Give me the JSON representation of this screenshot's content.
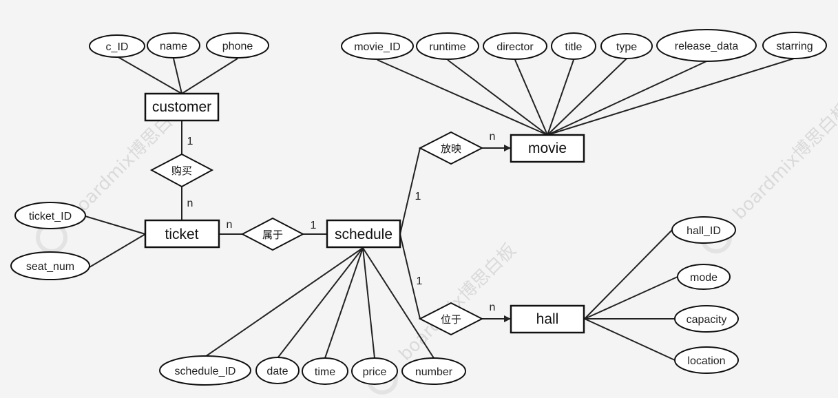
{
  "watermark": {
    "text": "boardmix博思白板"
  },
  "entities": {
    "customer": "customer",
    "ticket": "ticket",
    "schedule": "schedule",
    "movie": "movie",
    "hall": "hall"
  },
  "relationships": {
    "buy": "购买",
    "belong": "属于",
    "show": "放映",
    "located": "位于"
  },
  "attributes": {
    "customer": {
      "c_id": "c_ID",
      "name": "name",
      "phone": "phone"
    },
    "movie": {
      "movie_id": "movie_ID",
      "runtime": "runtime",
      "director": "director",
      "title": "title",
      "type": "type",
      "release_data": "release_data",
      "starring": "starring"
    },
    "ticket": {
      "ticket_id": "ticket_ID",
      "seat_num": "seat_num"
    },
    "schedule": {
      "schedule_id": "schedule_ID",
      "date": "date",
      "time": "time",
      "price": "price",
      "number": "number"
    },
    "hall": {
      "hall_id": "hall_ID",
      "mode": "mode",
      "capacity": "capacity",
      "location": "location"
    }
  },
  "cardinalities": {
    "customer_buy": "1",
    "buy_ticket": "n",
    "ticket_belong": "n",
    "belong_schedule": "1",
    "schedule_show": "1",
    "show_movie": "n",
    "schedule_located": "1",
    "located_hall": "n"
  }
}
